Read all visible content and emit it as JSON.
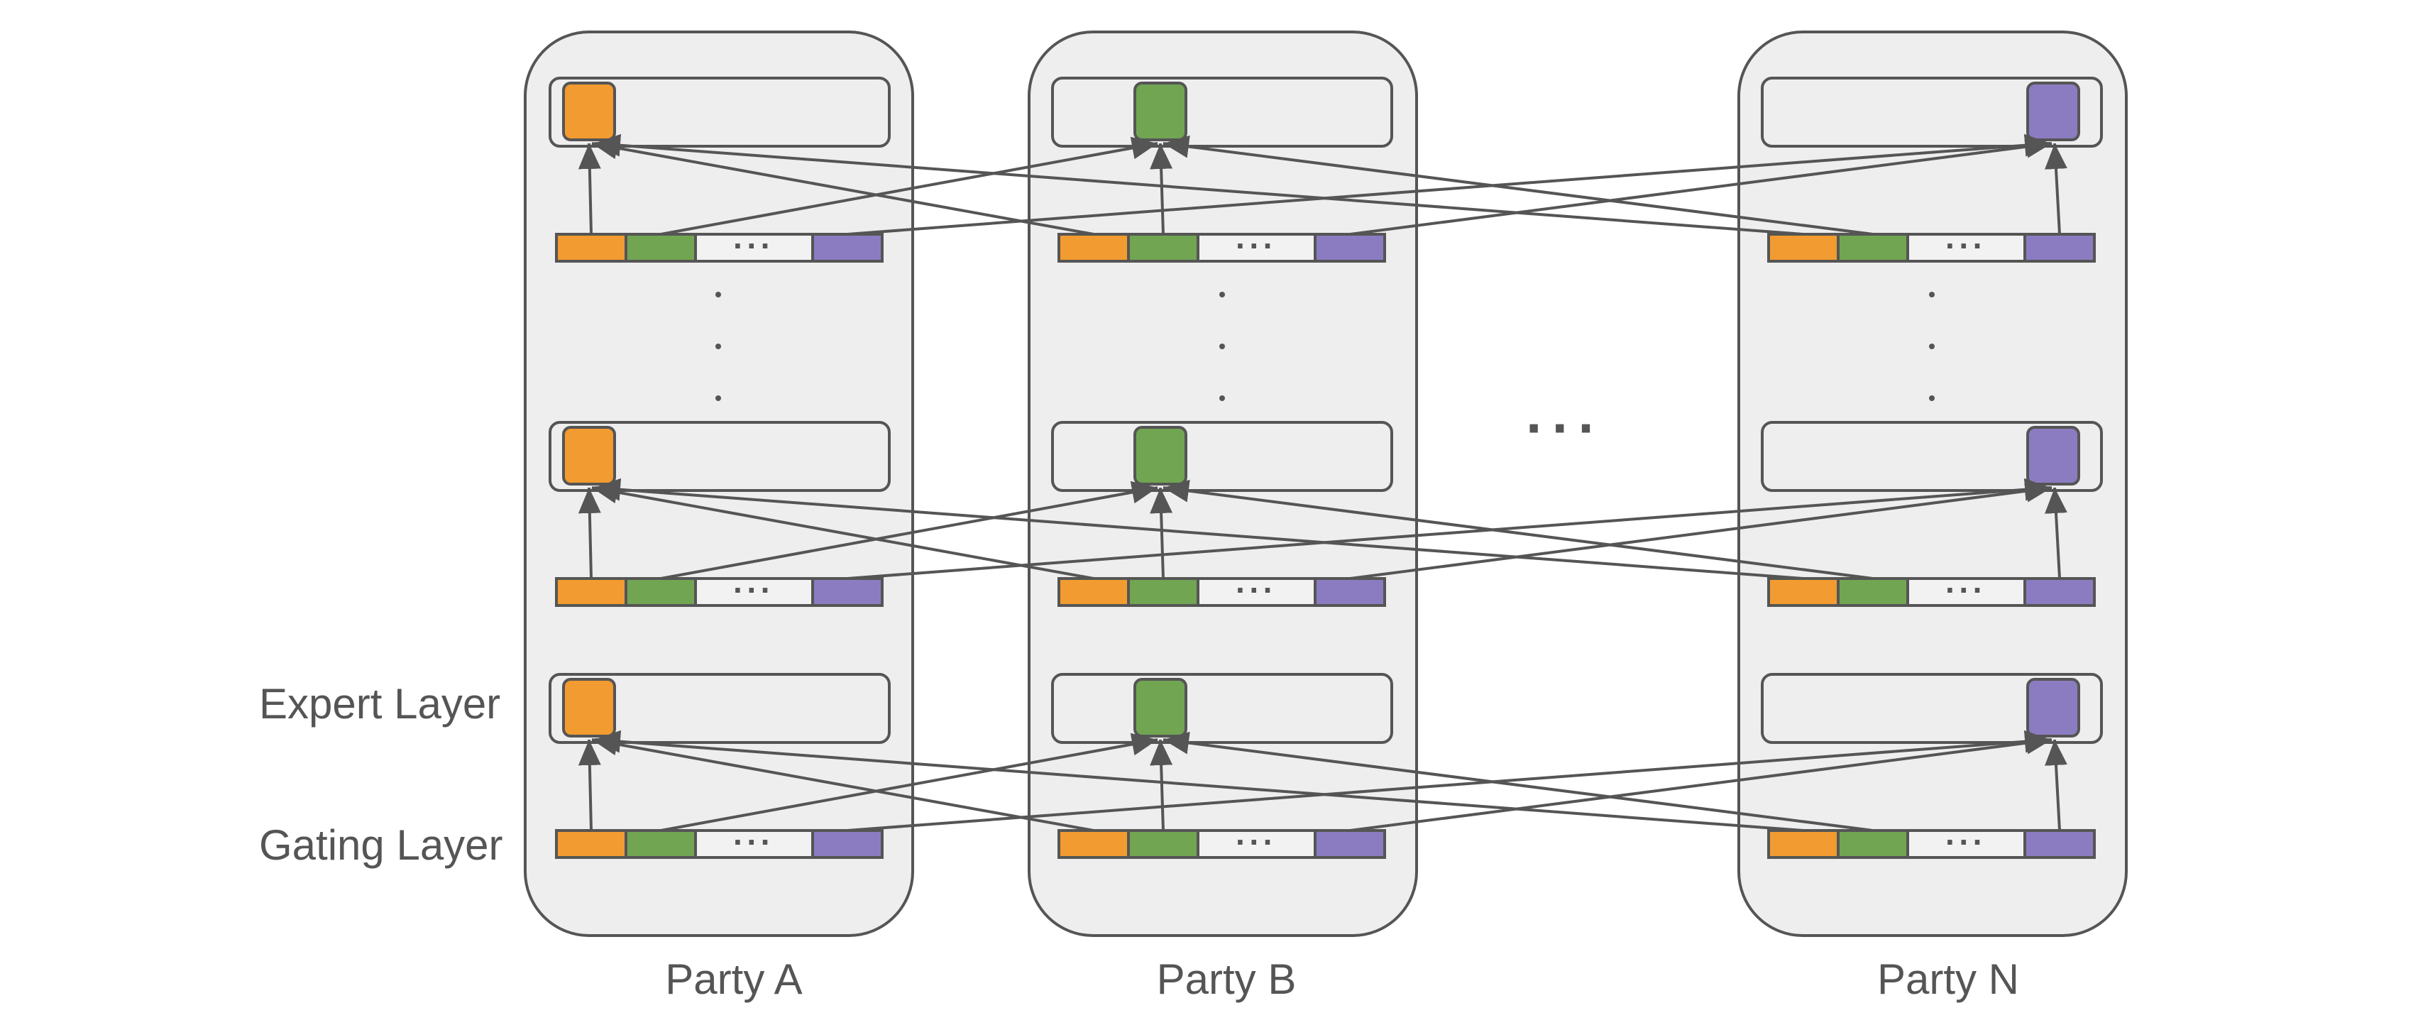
{
  "labels": {
    "expert_layer": "Expert Layer",
    "gating_layer": "Gating Layer"
  },
  "parties": [
    {
      "name": "Party A",
      "color_key": "orange"
    },
    {
      "name": "Party B",
      "color_key": "green"
    },
    {
      "name": "Party N",
      "color_key": "purple"
    }
  ],
  "gate_ellipsis": "···",
  "party_ellipsis": "···",
  "colors": {
    "orange": "#F29B30",
    "green": "#72A552",
    "purple": "#8B7CC1",
    "panel": "#EEEEEE",
    "stroke": "#555555",
    "gate_blank": "#F2F2F2"
  }
}
